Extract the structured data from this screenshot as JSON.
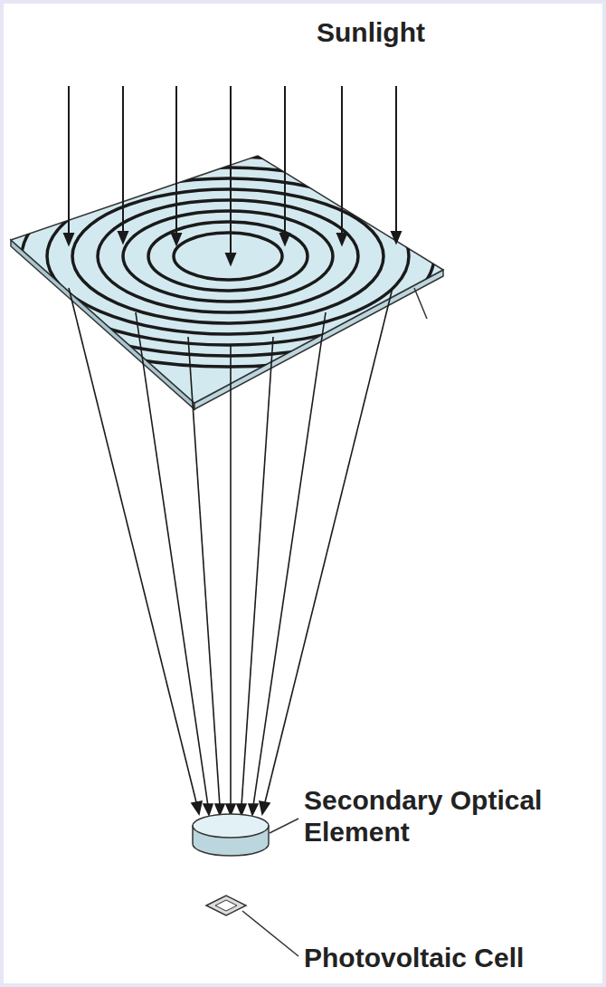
{
  "diagram": {
    "labels": [
      "Sunlight",
      "Secondary Optical Element",
      "Photovoltaic Cell"
    ]
  }
}
